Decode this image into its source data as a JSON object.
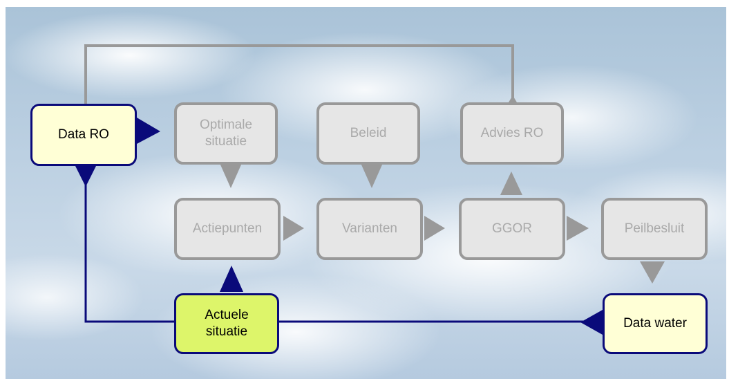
{
  "nodes": {
    "data_ro": "Data RO",
    "optimale_situatie": "Optimale\nsituatie",
    "beleid": "Beleid",
    "advies_ro": "Advies RO",
    "actiepunten": "Actiepunten",
    "varianten": "Varianten",
    "ggor": "GGOR",
    "peilbesluit": "Peilbesluit",
    "actuele_situatie": "Actuele\nsituatie",
    "data_water": "Data water"
  },
  "colors": {
    "grey_box_fill": "#e6e6e6",
    "grey_box_border": "#999999",
    "grey_text": "#a9a9a9",
    "data_box_fill": "#ffffd6",
    "highlight_box_fill": "#ddf56a",
    "dark_blue": "#0a0a7a",
    "grey_connector": "#999999"
  }
}
